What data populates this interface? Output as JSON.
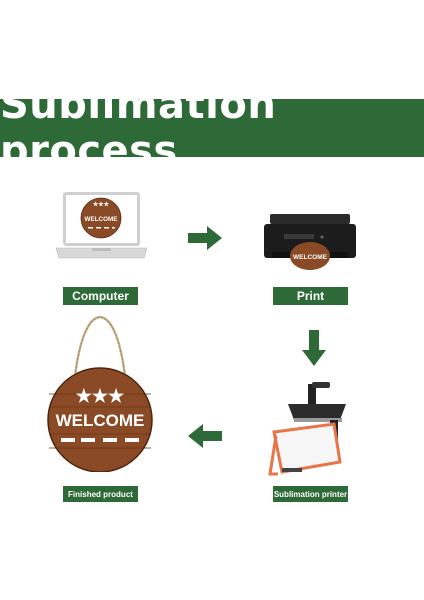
{
  "banner": {
    "title": "Sublimation process"
  },
  "steps": {
    "computer": "Computer",
    "print": "Print",
    "sublimation_printer": "Sublimation printer",
    "finished_product": "Finished product"
  },
  "sign": {
    "text": "WELCOME",
    "stars": "★★★"
  },
  "colors": {
    "brand_green": "#2e6a38",
    "arrow_green": "#2e6a38",
    "wood": "#8a4a26",
    "press_frame": "#e8744a"
  }
}
